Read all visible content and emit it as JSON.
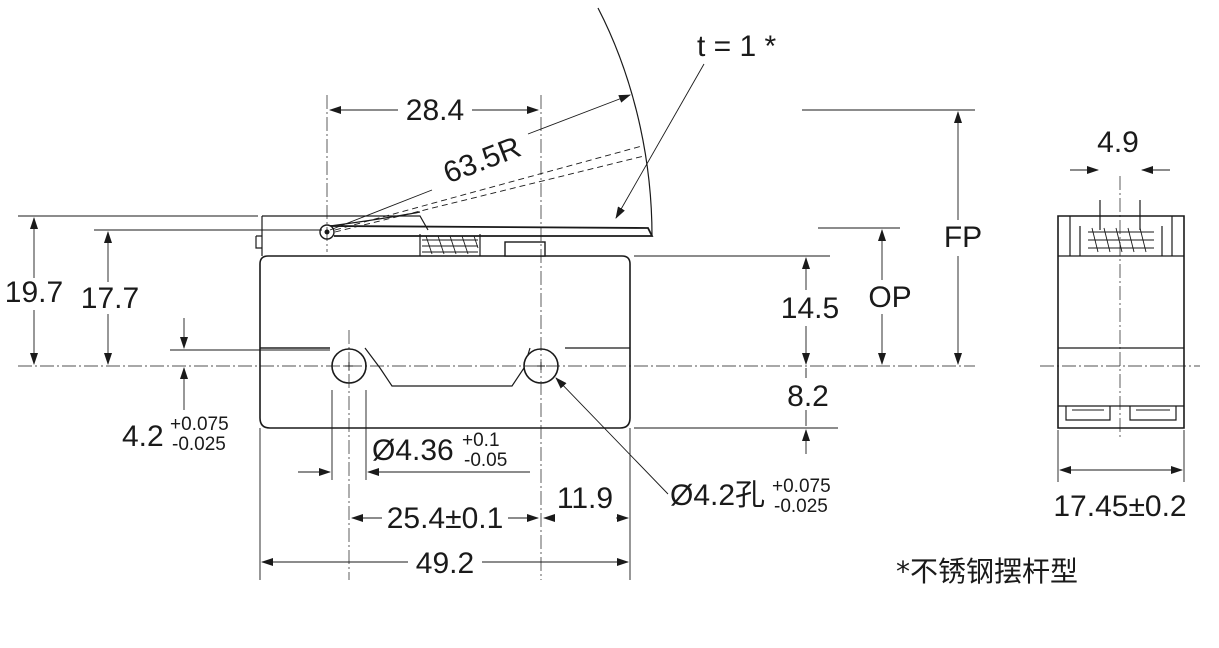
{
  "labels": {
    "lever_thickness": "t = 1 *",
    "pivot_to_plunger": "28.4",
    "lever_radius": "63.5R",
    "fp": "FP",
    "op": "OP",
    "side_width_top": "4.9",
    "height_total": "19.7",
    "height_lever": "17.7",
    "height_body_top": "14.5",
    "body_bottom": "8.2",
    "hole_offset_base": "4.2",
    "hole_offset_tol_plus": "+0.075",
    "hole_offset_tol_minus": "-0.025",
    "mount_hole_dia_base": "Ø4.36",
    "mount_hole_tol_plus": "+0.1",
    "mount_hole_tol_minus": "-0.05",
    "hole_pitch": "25.4±0.1",
    "hole_to_edge": "11.9",
    "round_hole_base": "Ø4.2孔",
    "round_hole_tol_plus": "+0.075",
    "round_hole_tol_minus": "-0.025",
    "overall_length": "49.2",
    "side_width": "17.45±0.2",
    "note": "*不锈钢摆杆型"
  }
}
